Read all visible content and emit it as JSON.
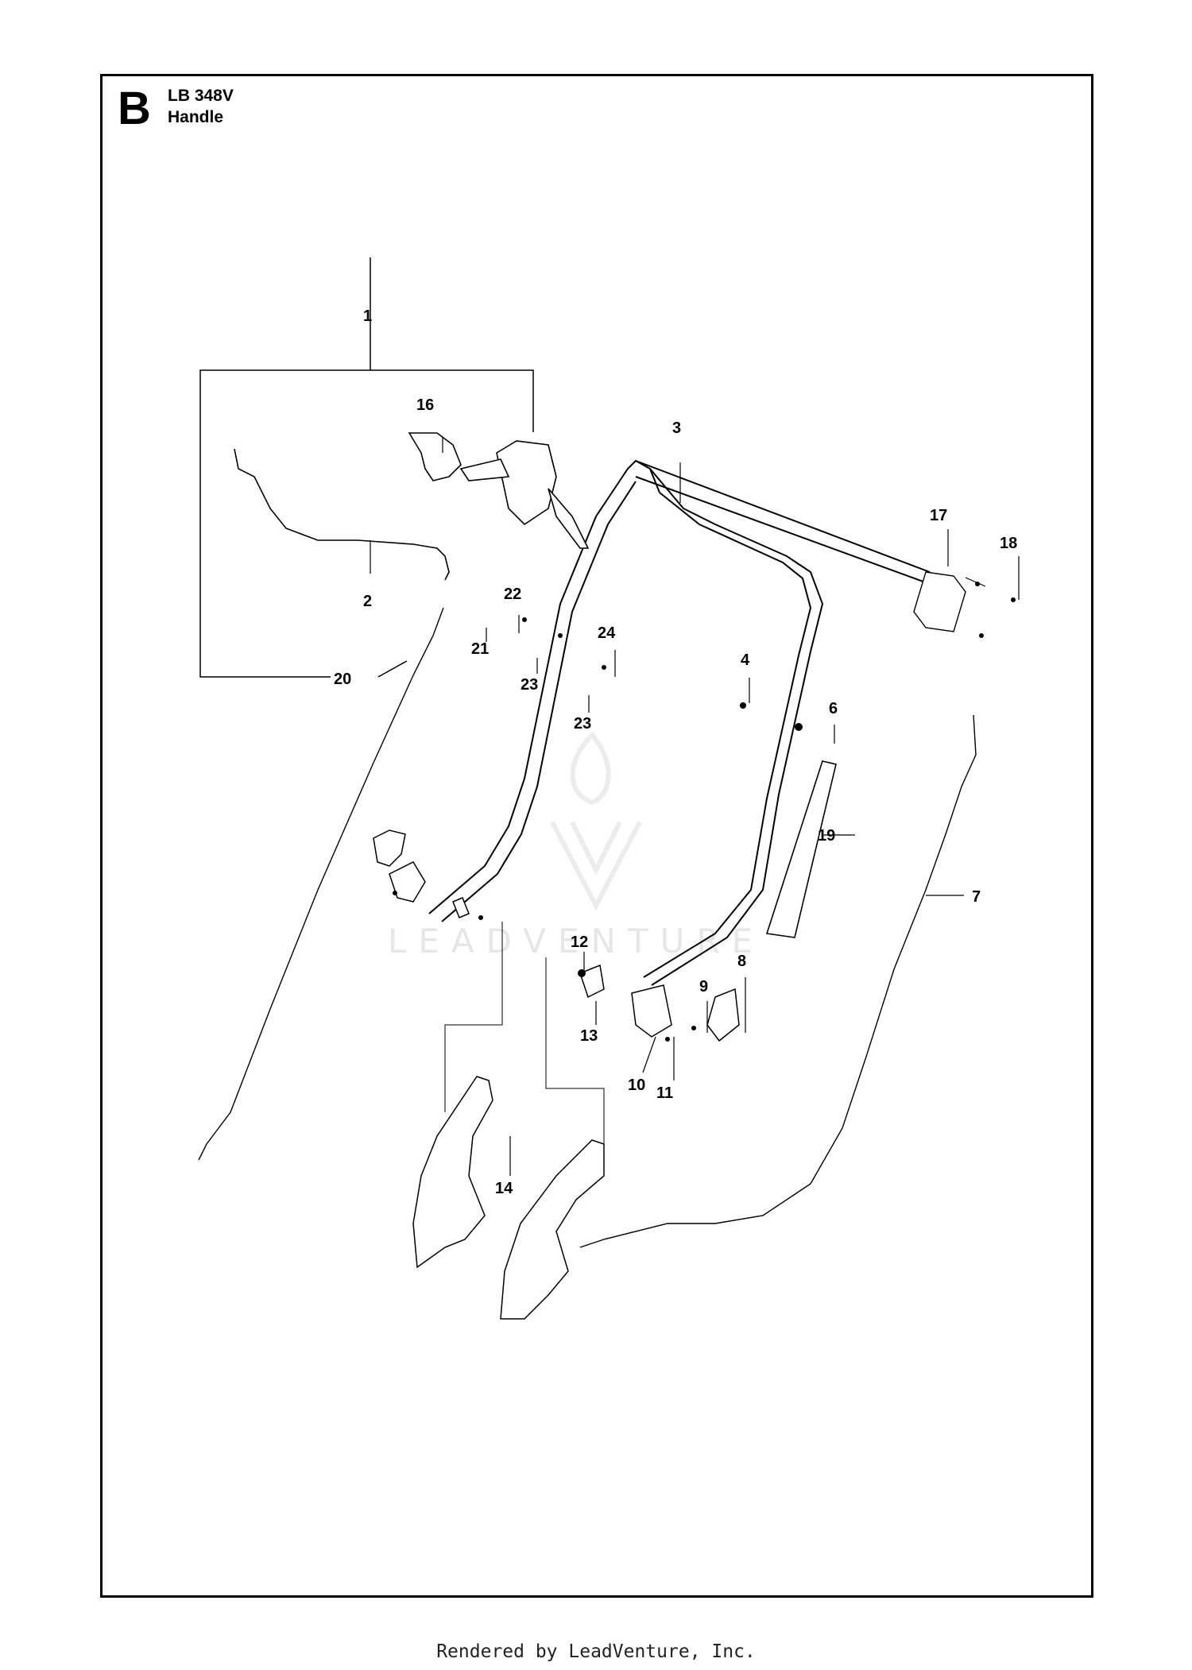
{
  "header": {
    "section_letter": "B",
    "model": "LB 348V",
    "group_name": "Handle"
  },
  "callouts": {
    "p1": "1",
    "p2": "2",
    "p3": "3",
    "p4": "4",
    "p6": "6",
    "p7": "7",
    "p8": "8",
    "p9": "9",
    "p10": "10",
    "p11": "11",
    "p12": "12",
    "p13": "13",
    "p14": "14",
    "p16": "16",
    "p17": "17",
    "p18": "18",
    "p19": "19",
    "p20": "20",
    "p21": "21",
    "p22": "22",
    "p23a": "23",
    "p23b": "23",
    "p24": "24"
  },
  "watermark": "LEADVENTURE",
  "footer": "Rendered by LeadVenture, Inc."
}
